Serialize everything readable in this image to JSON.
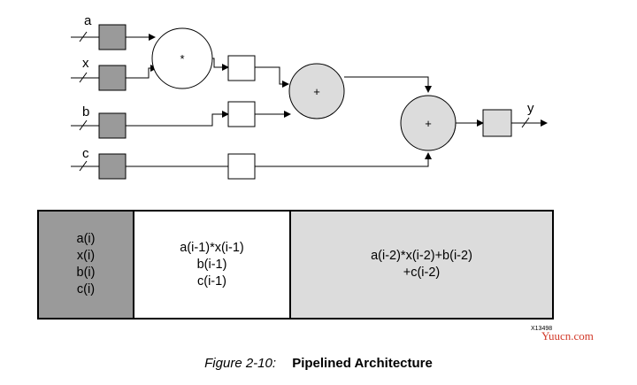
{
  "diagram": {
    "inputs": {
      "a": "a",
      "x": "x",
      "b": "b",
      "c": "c"
    },
    "output": "y",
    "multiplier_symbol": "*",
    "adder_symbol": "+"
  },
  "table": {
    "stage1": [
      "a(i)",
      "x(i)",
      "b(i)",
      "c(i)"
    ],
    "stage2": [
      "a(i-1)*x(i-1)",
      "b(i-1)",
      "c(i-1)"
    ],
    "stage3": [
      "a(i-2)*x(i-2)+b(i-2)",
      "+c(i-2)"
    ]
  },
  "figure_ref": "X13498",
  "watermark": "Yuucn.com",
  "caption": {
    "number": "Figure 2-10:",
    "title": "Pipelined Architecture"
  },
  "colors": {
    "input_register": "#9a9a9a",
    "adder_fill": "#dcdcdc",
    "pipeline_register": "#ffffff",
    "watermark": "#d23a2a"
  }
}
